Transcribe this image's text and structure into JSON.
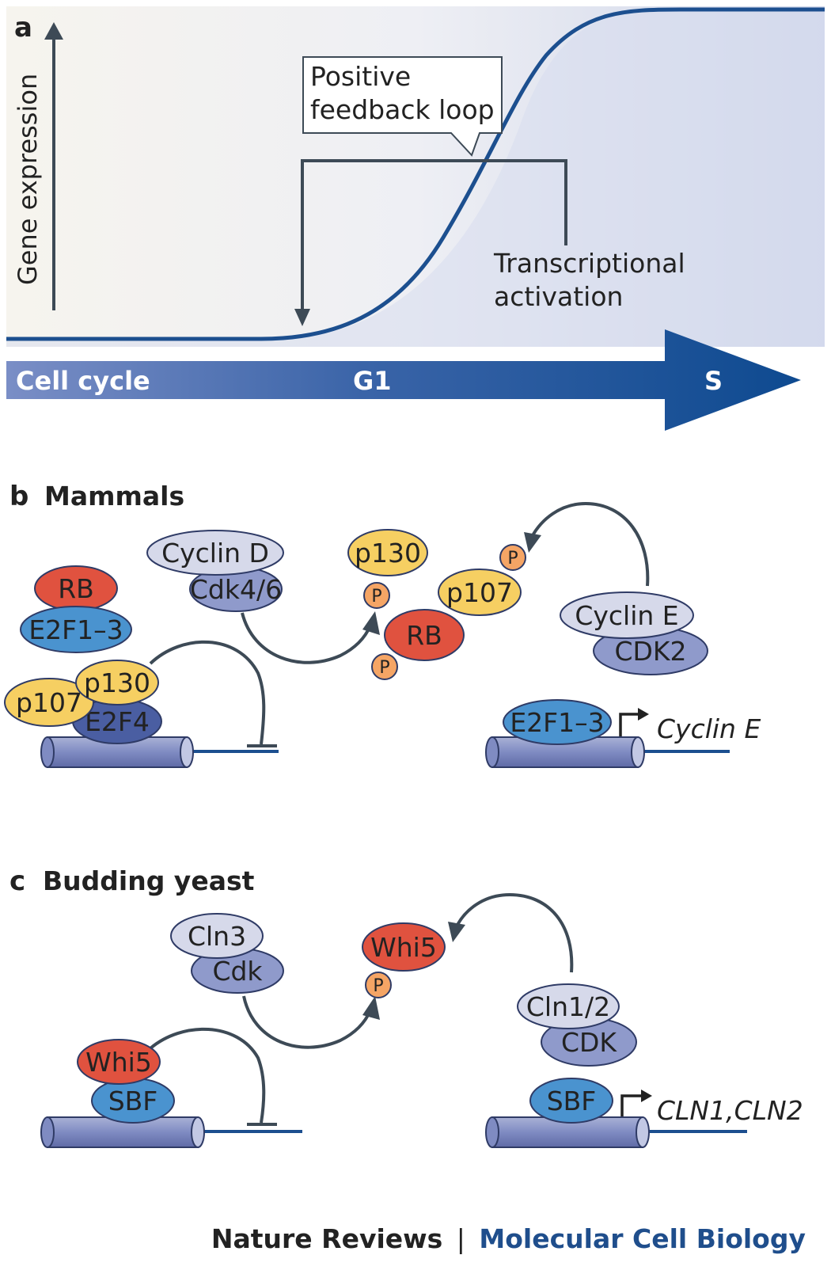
{
  "panel_a": {
    "letter": "a",
    "y_axis_label": "Gene expression",
    "callout_line1": "Positive",
    "callout_line2": "feedback loop",
    "activation_line1": "Transcriptional",
    "activation_line2": "activation",
    "cell_cycle_label": "Cell cycle",
    "g1_label": "G1",
    "s_label": "S"
  },
  "panel_b": {
    "letter": "b",
    "title": "Mammals",
    "rb": "RB",
    "e2f13": "E2F1–3",
    "p107": "p107",
    "p130": "p130",
    "e2f4": "E2F4",
    "cyclin_d": "Cyclin D",
    "cdk46": "Cdk4/6",
    "p130_phos": "p130",
    "p107_phos": "p107",
    "rb_phos": "RB",
    "phospho": "P",
    "cyclin_e": "Cyclin E",
    "cdk2": "CDK2",
    "e2f13_promoter": "E2F1–3",
    "gene": "Cyclin E"
  },
  "panel_c": {
    "letter": "c",
    "title": "Budding yeast",
    "cln3": "Cln3",
    "cdk": "Cdk",
    "whi5_phos": "Whi5",
    "phospho": "P",
    "whi5": "Whi5",
    "sbf": "SBF",
    "cln12": "Cln1/2",
    "cdk_right": "CDK",
    "sbf_promoter": "SBF",
    "gene": "CLN1,CLN2"
  },
  "footer": {
    "journal": "Nature Reviews",
    "separator": "|",
    "section": "Molecular Cell Biology"
  },
  "colors": {
    "red": "#e0523f",
    "blue": "#4a93cf",
    "yellow": "#f6cf62",
    "lavender": "#d6d9ea",
    "periwinkle": "#8f9acb",
    "navy": "#1c4f8f",
    "dark_slate": "#3d4a56",
    "orange_p": "#f5a565",
    "footer_blue": "#1f4e8c"
  }
}
